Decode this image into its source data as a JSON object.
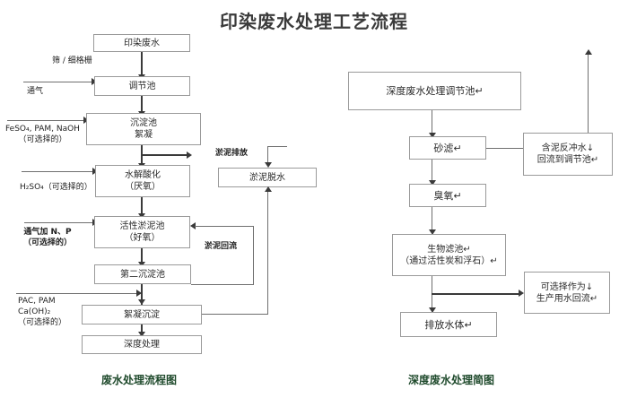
{
  "title": "印染废水处理工艺流程",
  "colors": {
    "title": "#3b3b3b",
    "caption": "#1f4a2c",
    "box_border": "#9a9a9a",
    "connector": "#3a3a3a",
    "background": "#ffffff"
  },
  "left_flow": {
    "caption": "废水处理流程图",
    "boxes": [
      {
        "id": "dyeing-wastewater",
        "text": "印染废水"
      },
      {
        "id": "regulating-tank",
        "text": "调节池"
      },
      {
        "id": "sedimentation-tank",
        "text": "沉淀池",
        "line2": "絮凝"
      },
      {
        "id": "hydrolysis-acid",
        "text": "水解酸化",
        "line2": "（厌氧）"
      },
      {
        "id": "activated-sludge",
        "text": "活性淤泥池",
        "line2": "（好氧）"
      },
      {
        "id": "second-sediment",
        "text": "第二沉淀池"
      },
      {
        "id": "coagulation-settle",
        "text": "絮凝沉淀"
      },
      {
        "id": "advanced-treatment",
        "text": "深度处理"
      },
      {
        "id": "sludge-dewatering",
        "text": "淤泥脱水"
      }
    ],
    "labels": [
      {
        "id": "screen-grate",
        "text": "筛 / 细格栅"
      },
      {
        "id": "aeration",
        "text": "通气"
      },
      {
        "id": "feso4-dose",
        "text": "FeSO₄, PAM, NaOH",
        "line2": "（可选择的）"
      },
      {
        "id": "h2so4-dose",
        "text": "H₂SO₄（可选择的）"
      },
      {
        "id": "aeration-np",
        "text": "通气加 N、P",
        "line2": "（可选择的）"
      },
      {
        "id": "pac-pam-dose",
        "text": "PAC, PAM",
        "line2": "Ca(OH)₂",
        "line3": "（可选择的）"
      },
      {
        "id": "sludge-discharge",
        "text": "淤泥排放"
      },
      {
        "id": "sludge-return",
        "text": "淤泥回流"
      }
    ]
  },
  "right_flow": {
    "caption": "深度废水处理简图",
    "boxes": [
      {
        "id": "advanced-regulating-tank",
        "text": "深度废水处理调节池↵"
      },
      {
        "id": "sand-filter",
        "text": "砂滤↵"
      },
      {
        "id": "ozone",
        "text": "臭氧↵"
      },
      {
        "id": "biological-filter",
        "text": "生物滤池↵",
        "line2": "（通过活性炭和浮石）↵"
      },
      {
        "id": "discharge-water-body",
        "text": "排放水体↵"
      },
      {
        "id": "backwash-return",
        "text": "含泥反冲水↓",
        "line2": "回流到调节池↵"
      },
      {
        "id": "production-reuse",
        "text": "可选择作为↓",
        "line2": "生产用水回流↵"
      }
    ]
  }
}
